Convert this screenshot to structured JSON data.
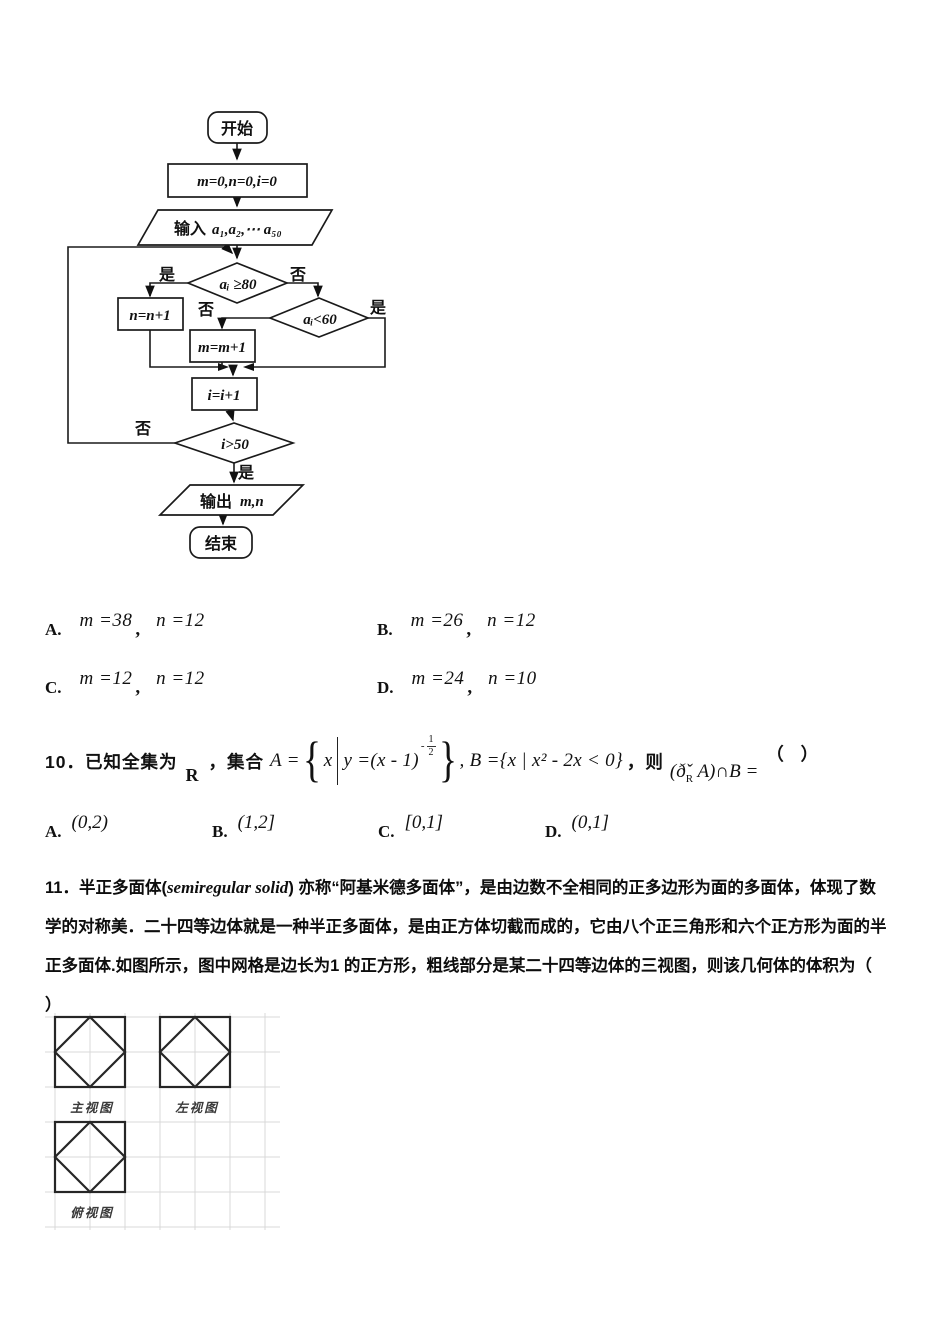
{
  "colors": {
    "ink": "#111111",
    "grid_line": "#d9d9d9",
    "paper": "#ffffff"
  },
  "flowchart": {
    "start": "开始",
    "init": "m=0,n=0,i=0",
    "input_label": "输入",
    "input_math": "a₁,a₂,⋯ a₅₀",
    "cond1": "aᵢ ≥80",
    "cond2": "aᵢ<60",
    "cond3": "i>50",
    "yes1": "是",
    "no1": "否",
    "yes2": "是",
    "no2": "否",
    "yes3": "是",
    "no3": "否",
    "box_n": "n=n+1",
    "box_m": "m=m+1",
    "box_i": "i=i+1",
    "output_label": "输出",
    "output_math": "m,n",
    "end": "结束"
  },
  "q9": {
    "options": [
      {
        "label": "A.",
        "m": "m =38",
        "comma": ",",
        "n": "n =12"
      },
      {
        "label": "B.",
        "m": "m =26",
        "comma": ",",
        "n": "n =12"
      },
      {
        "label": "C.",
        "m": "m =12",
        "comma": ",",
        "n": "n =12"
      },
      {
        "label": "D.",
        "m": "m =24",
        "comma": ",",
        "n": "n =10"
      }
    ]
  },
  "q10": {
    "prefix": "10．已知全集为",
    "universe": "R",
    "comma_set": "，集合",
    "a_head": "A =",
    "brace_open": "{",
    "set_x": "x",
    "y_expr": "y =(x - 1)",
    "exp_minus": "-",
    "exp_num": "1",
    "exp_den": "2",
    "brace_close": "}",
    "b_part": ", B ={x | x² - 2x < 0}",
    "then": "，则",
    "comp_head": "(ð̌",
    "comp_sub": "R",
    "comp_tail": " A)∩B =",
    "paren": "（ ）",
    "options": [
      {
        "label": "A.",
        "value": "(0,2)"
      },
      {
        "label": "B.",
        "value": "(1,2]"
      },
      {
        "label": "C.",
        "value": "[0,1]"
      },
      {
        "label": "D.",
        "value": "(0,1]"
      }
    ]
  },
  "q11": {
    "line1_head": "11．半正多面体(",
    "line1_latin": "semiregular solid",
    "line1_tail": ") 亦称“阿基米德多面体”，是由边数不全相同的正多边形为面的多面体，体现了数",
    "line2": "学的对称美．二十四等边体就是一种半正多面体，是由正方体切截而成的，它由八个正三角形和六个正方形为面的半",
    "line3": "正多面体.如图所示，图中网格是边长为1 的正方形，粗线部分是某二十四等边体的三视图，则该几何体的体积为（",
    "line4": "）",
    "views": {
      "front": "主视图",
      "side": "左视图",
      "top": "俯视图"
    }
  }
}
